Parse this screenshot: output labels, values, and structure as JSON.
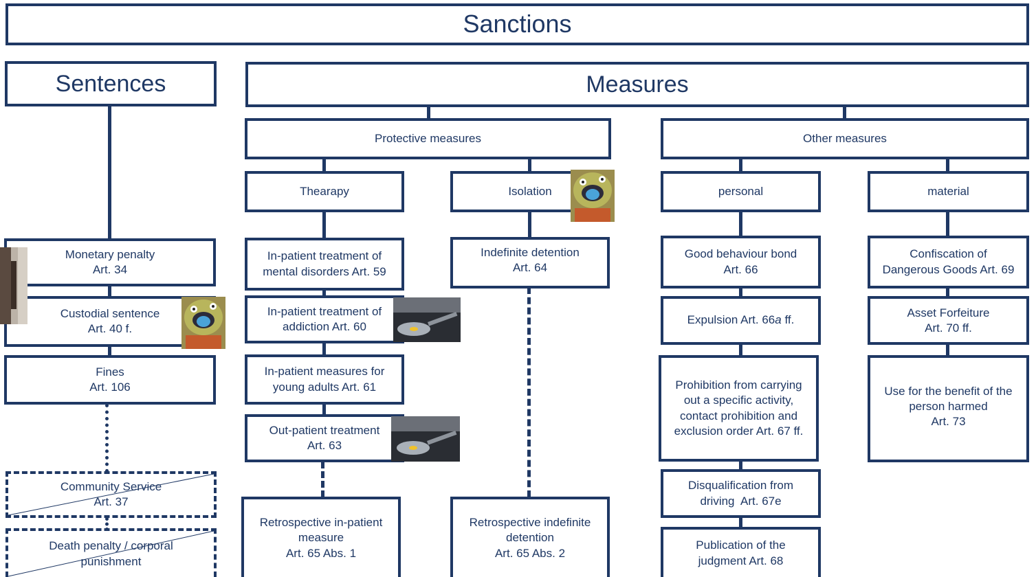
{
  "title": "Sanctions",
  "sentences": {
    "label": "Sentences",
    "items": [
      {
        "name": "Monetary penalty",
        "art": "Art. 34"
      },
      {
        "name": "Custodial sentence",
        "art": "Art. 40 f."
      },
      {
        "name": "Fines",
        "art": "Art. 106"
      }
    ],
    "abolished": [
      {
        "name": "Community Service",
        "art": "Art. 37"
      },
      {
        "name": "Death penalty / corporal",
        "art": "punishment"
      }
    ]
  },
  "measures": {
    "label": "Measures",
    "protective": {
      "label": "Protective measures",
      "therapy": {
        "label": "Thearapy",
        "items": [
          {
            "line1": "In-patient treatment of",
            "line2": "mental disorders Art. 59"
          },
          {
            "line1": "In-patient treatment of",
            "line2": "addiction Art. 60"
          },
          {
            "line1": "In-patient measures for",
            "line2": "young adults Art. 61"
          },
          {
            "line1": "Out-patient treatment",
            "line2": "Art. 63"
          }
        ],
        "retro": {
          "line1": "Retrospective in-patient",
          "line2": "measure",
          "line3": "Art. 65 Abs. 1"
        }
      },
      "isolation": {
        "label": "Isolation",
        "items": [
          {
            "line1": "Indefinite detention",
            "line2": "Art. 64"
          }
        ],
        "retro": {
          "line1": "Retrospective indefinite",
          "line2": "detention",
          "line3": "Art. 65 Abs. 2"
        }
      }
    },
    "other": {
      "label": "Other measures",
      "personal": {
        "label": "personal",
        "items": [
          {
            "line1": "Good behaviour bond",
            "line2": "Art. 66"
          },
          {
            "pre": "Expulsion Art. 66",
            "ital": "a",
            "post": " ff."
          },
          {
            "line1": "Prohibition from carrying",
            "line2": "out a specific activity,",
            "line3": "contact prohibition and",
            "line4": "exclusion order Art. 67 ff."
          },
          {
            "line1": "Disqualification from",
            "line2": "driving  Art. 67e"
          },
          {
            "line1": "Publication of the",
            "line2": "judgment Art. 68"
          }
        ]
      },
      "material": {
        "label": "material",
        "items": [
          {
            "line1": "Confiscation of",
            "line2": "Dangerous Goods Art. 69"
          },
          {
            "line1": "Asset Forfeiture",
            "line2": "Art. 70 ff."
          },
          {
            "line1": "Use for the benefit of the",
            "line2": "person harmed",
            "line3": "Art. 73"
          }
        ]
      }
    }
  },
  "colors": {
    "frame": "#1f3864",
    "text": "#1f3864"
  },
  "images": [
    "monster-sticker",
    "spoon-photo",
    "wall-photo"
  ]
}
